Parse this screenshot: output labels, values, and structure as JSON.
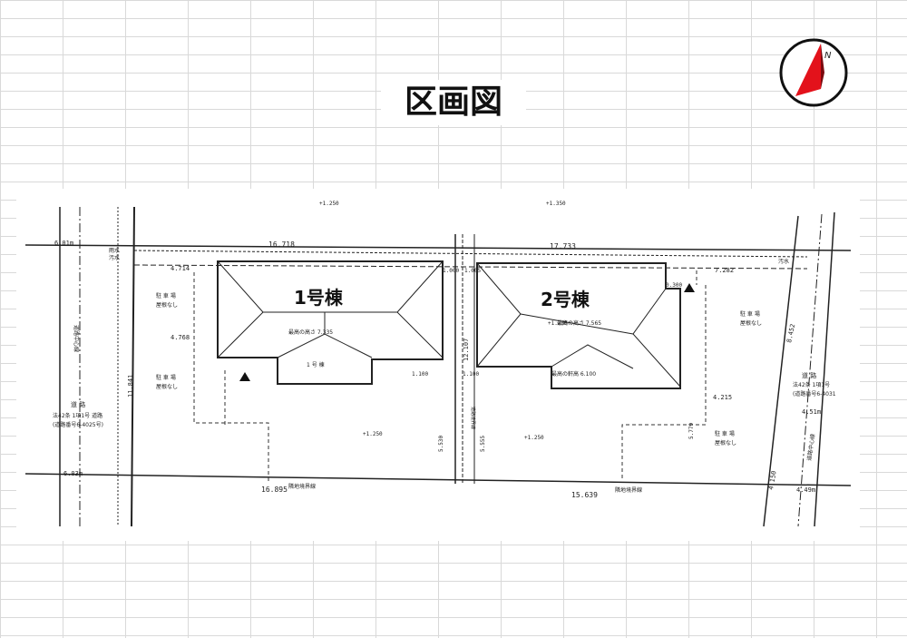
{
  "title": "区画図",
  "compass": {
    "north_label": "N",
    "needle_color": "#e3121b"
  },
  "buildings": [
    {
      "label": "1号棟",
      "sub_label": "1 号 棟",
      "roof_note": "最高の高さ 7.335"
    },
    {
      "label": "2号棟",
      "roof_note": "最高の高さ 7.565",
      "eave_note": "最高の軒高 6.100"
    }
  ],
  "dimensions": {
    "north_left": "16.718",
    "north_right": "17.733",
    "south_left": "16.895",
    "south_right": "15.639",
    "west_depth": "11.841",
    "east_depth": "12.107",
    "lot1_offset_top": "4.714",
    "lot1_offset_mid": "4.768",
    "lot2_offset_top": "7.282",
    "lot2_offset_mid": "4.215",
    "setback_left": "1.100",
    "setback_right": "1.100",
    "gap_top": "1.000",
    "gap_top_right": "1.005",
    "lot1_side": "5.530",
    "lot2_side": "5.555",
    "lot2_east": "5.779",
    "lot2_eave_gap": "0.300",
    "road_w_top": "6.01m",
    "road_w_bottom": "6.03m",
    "road_e_top": "4.51m",
    "road_e_bottom": "4.49m",
    "road_e_diag": "8.452",
    "road_e_low": "4.150"
  },
  "notes": {
    "parking": "駐 車 場",
    "parking_sub": "屋根なし",
    "road_left": "道 路",
    "road_left_sub": "法42条 1項1号 道路",
    "road_left_num": "(道路番号6-4025号)",
    "road_right": "道 路",
    "road_right_sub": "法42条 1項1号",
    "road_right_num": "(道路番号6-4031",
    "centerline_left": "道路中心線",
    "centerline_right": "道路中心線",
    "boundary_left": "隣地境界線",
    "boundary_right": "隣地境界線",
    "drain": "汚水",
    "rain": "雨水",
    "level_lot1": "+1.250",
    "level_lot2": "+1.250",
    "level_house2": "+1.250",
    "level_top": "+1.250",
    "level_top2": "+1.350",
    "road_boundary": "道路境界線"
  }
}
